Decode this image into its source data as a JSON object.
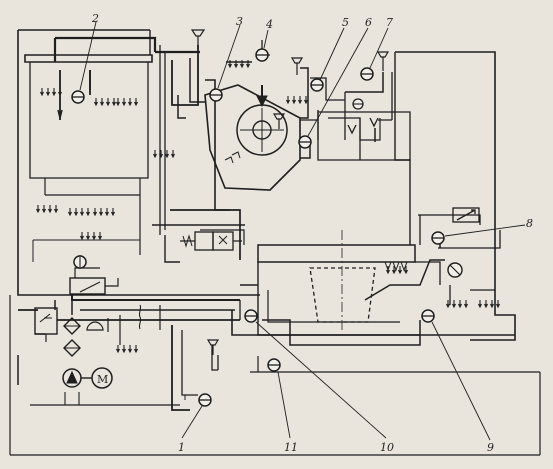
{
  "figure": {
    "callouts": [
      "1",
      "2",
      "3",
      "4",
      "5",
      "6",
      "7",
      "8",
      "9",
      "10",
      "11"
    ],
    "motor_symbol": "M"
  },
  "colors": {
    "paper": "#e9e5dc",
    "ink": "#1f1f1f",
    "thin_ink": "#333333"
  }
}
